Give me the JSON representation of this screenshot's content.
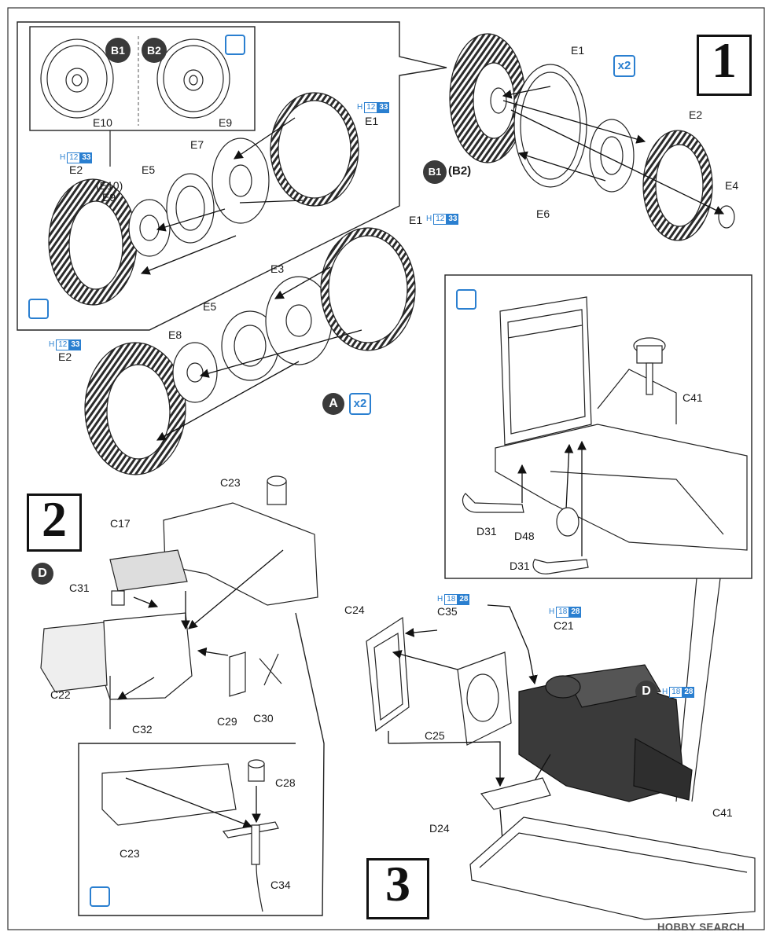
{
  "steps": {
    "one": "1",
    "two": "2",
    "three": "3"
  },
  "watermark": "HOBBY SEARCH",
  "markers": {
    "a": "A",
    "d": "D",
    "b1": "B1",
    "b2": "B2",
    "b2_paren": "(B2)",
    "x2": "x2"
  },
  "badges": {
    "h": "H",
    "e1_top": [
      "12",
      "33"
    ],
    "e2_top": [
      "12",
      "33"
    ],
    "e1_mid": [
      "12",
      "33"
    ],
    "e2_low": [
      "12",
      "33"
    ],
    "c35": [
      "18",
      "28"
    ],
    "c21": [
      "18",
      "28"
    ],
    "d_engine": [
      "18",
      "28"
    ]
  },
  "labels": {
    "e10": "E10",
    "e9": "E9",
    "e1a": "E1",
    "e7": "E7",
    "e5a": "E5",
    "e10p": "(E10)",
    "e9b": "E9",
    "e2a": "E2",
    "e1b": "E1",
    "e3": "E3",
    "e5b": "E5",
    "e8": "E8",
    "e2b": "E2",
    "e1c": "E1",
    "e2c": "E2",
    "e4": "E4",
    "e6": "E6",
    "c41a": "C41",
    "d31a": "D31",
    "d48": "D48",
    "d31b": "D31",
    "c23a": "C23",
    "c17": "C17",
    "c31": "C31",
    "c22": "C22",
    "c32": "C32",
    "c29": "C29",
    "c30": "C30",
    "c28": "C28",
    "c23b": "C23",
    "c34": "C34",
    "c24": "C24",
    "c35": "C35",
    "c21": "C21",
    "c25": "C25",
    "d24": "D24",
    "c41b": "C41"
  },
  "icons": [
    "paint-brush-icon",
    "x2-quantity-icon",
    "hobby-search-logo"
  ],
  "colors": {
    "accent": "#2a7fd0",
    "ink": "#1a1a1a",
    "marker": "#3a3a3a"
  }
}
